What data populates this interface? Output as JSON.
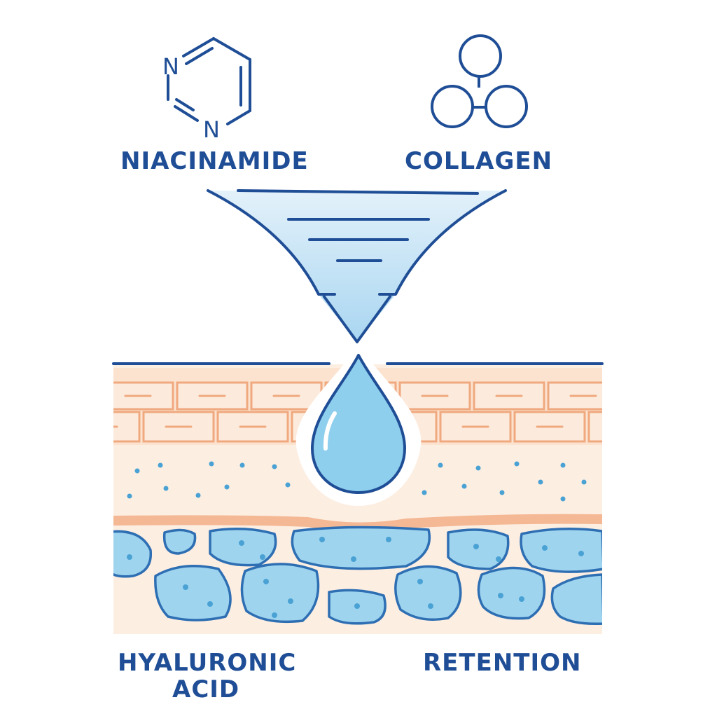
{
  "labels": {
    "niacinamide": "NIACINAMIDE",
    "collagen": "COLLAGEN",
    "hyaluronic_line1": "HYALURONIC",
    "hyaluronic_line2": "ACID",
    "retention": "RETENTION"
  },
  "icons": {
    "niacinamide_molecule": "pyrimidine-ring-icon",
    "niacinamide_atom_label": "N",
    "collagen_molecule": "three-circle-molecule-icon",
    "funnel": "funnel-arrow-icon",
    "droplet": "water-droplet-icon"
  },
  "colors": {
    "outline": "#1f4e96",
    "funnel_fill": "#cfe6f6",
    "water": "#8fcfee",
    "skin_top": "#fbe3d0",
    "skin_brick_line": "#f0a97f",
    "skin_dermis": "#fdeadd",
    "cell_fill": "#9fd4ef",
    "cell_dot": "#4aa2d4"
  }
}
